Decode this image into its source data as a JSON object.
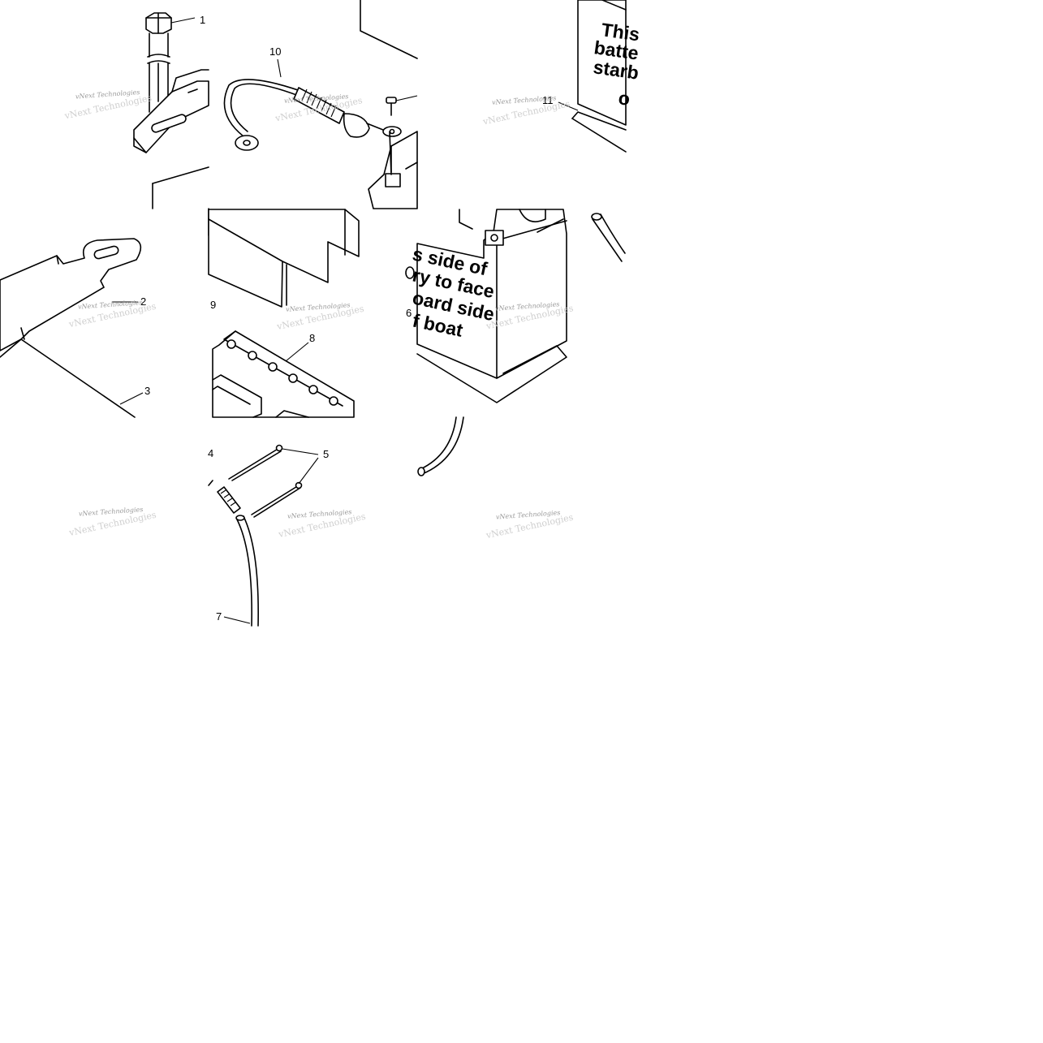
{
  "callouts": {
    "c1": "1",
    "c2": "2",
    "c3": "3",
    "c4": "4",
    "c5": "5",
    "c6": "6",
    "c7": "7",
    "c8": "8",
    "c9": "9",
    "c10": "10",
    "c11": "11"
  },
  "decal_top": [
    "This",
    "batte",
    "starb",
    "o"
  ],
  "decal_side": [
    "s side of",
    "ry to face",
    "oard side",
    "f boat"
  ],
  "watermark": {
    "text": "vNext Technologies",
    "ghost": "vNext Technologies"
  },
  "colors": {
    "ink": "#000000",
    "background": "#ffffff",
    "watermark": "#9a9a9a"
  }
}
